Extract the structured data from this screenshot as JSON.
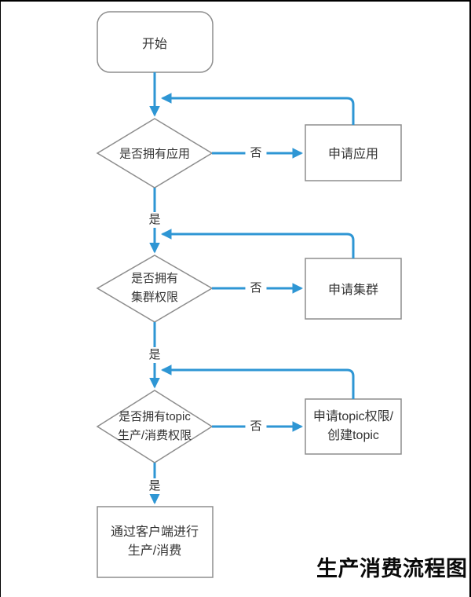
{
  "frame": {
    "title": "生产消费流程图"
  },
  "colors": {
    "arrow": "#2E96D4",
    "shape-border": "#8D8D8D",
    "text": "#333333",
    "title-color": "#0A0A0A"
  },
  "nodes": {
    "start": {
      "label": "开始"
    },
    "decision1": {
      "label": "是否拥有应用"
    },
    "process1": {
      "label": "申请应用"
    },
    "decision2": {
      "label1": "是否拥有",
      "label2": "集群权限"
    },
    "process2": {
      "label": "申请集群"
    },
    "decision3": {
      "label1": "是否拥有topic",
      "label2": "生产/消费权限"
    },
    "process3": {
      "label1": "申请topic权限/",
      "label2": "创建topic"
    },
    "terminal": {
      "label1": "通过客户端进行",
      "label2": "生产/消费"
    }
  },
  "edges": {
    "yes": "是",
    "no": "否"
  }
}
